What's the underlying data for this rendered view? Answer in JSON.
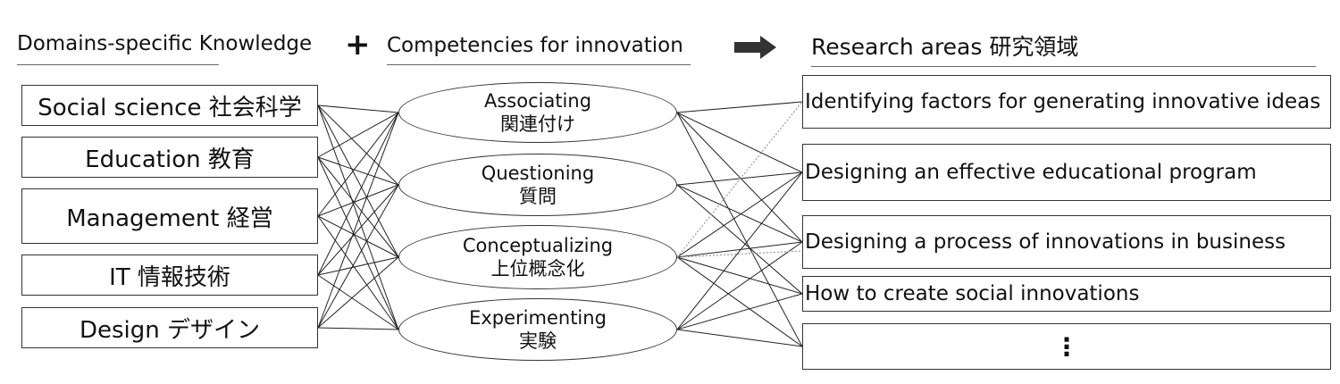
{
  "headers": {
    "domains": "Domains-specific Knowledge",
    "plus": "+",
    "competencies": "Competencies for innovation",
    "research": "Research areas 研究領域"
  },
  "domains": [
    "Social science 社会科学",
    "Education 教育",
    "Management 経営",
    "IT 情報技術",
    "Design デザイン"
  ],
  "competencies": [
    {
      "en": "Associating",
      "ja": "関連付け"
    },
    {
      "en": "Questioning",
      "ja": "質問"
    },
    {
      "en": "Conceptualizing",
      "ja": "上位概念化"
    },
    {
      "en": "Experimenting",
      "ja": "実験"
    }
  ],
  "research_areas": [
    "Identifying factors for generating innovative ideas",
    "Designing an effective educational program",
    "Designing a process of innovations in business",
    "How to create social innovations",
    "⋮"
  ],
  "colors": {
    "line": "#222222",
    "dotted_line": "#999999",
    "box_border": "#333333"
  }
}
